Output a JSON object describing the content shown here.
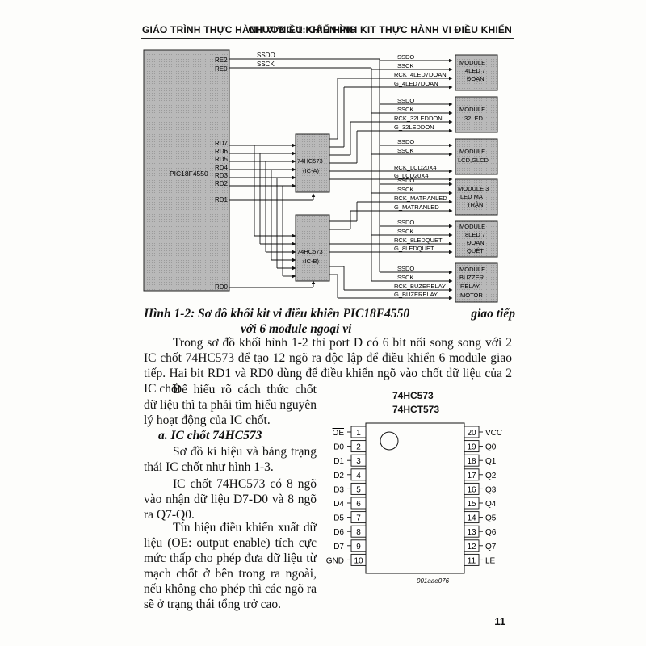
{
  "header": {
    "left": "GIÁO TRÌNH THỰC HÀNH VI ĐIỀU KHIỂN PIC",
    "right": "CHƯƠNG 1: CẤU HÌNH KIT THỰC HÀNH VI ĐIỀU KHIỂN"
  },
  "diagram": {
    "mcu": {
      "name": "PIC18F4550",
      "pins_top": [
        "RE2",
        "RE0"
      ],
      "pins_port": [
        "RD7",
        "RD6",
        "RD5",
        "RD4",
        "RD3",
        "RD2"
      ],
      "pin_rd1": "RD1",
      "pin_rd0": "RD0"
    },
    "latch_a": {
      "line1": "74HC573",
      "line2": "(IC-A)"
    },
    "latch_b": {
      "line1": "74HC573",
      "line2": "(IC-B)"
    },
    "bus": {
      "ssdo": "SSDO",
      "ssck": "SSCK"
    },
    "modules": [
      {
        "lines": [
          "MODULE",
          "4LED 7",
          "ĐOẠN"
        ],
        "rck": "RCK_4LED7DOAN",
        "g": "G_4LED7DOAN"
      },
      {
        "lines": [
          "MODULE",
          "32LED"
        ],
        "rck": "RCK_32LEDDON",
        "g": "G_32LEDDON"
      },
      {
        "lines": [
          "MODULE",
          "LCD,GLCD"
        ],
        "rck": "RCK_LCD20X4",
        "g": "G_LCD20X4"
      },
      {
        "lines": [
          "MODULE 3",
          "LED MA",
          "TRẬN"
        ],
        "rck": "RCK_MATRANLED",
        "g": "G_MATRANLED"
      },
      {
        "lines": [
          "MODULE",
          "8LED 7",
          "ĐOẠN",
          "QUÉT"
        ],
        "rck": "RCK_8LEDQUET",
        "g": "G_8LEDQUET"
      },
      {
        "lines": [
          "MODULE",
          "BUZZER",
          "RELAY,",
          "MOTOR"
        ],
        "rck": "RCK_BUZERELAY",
        "g": "G_BUZERELAY"
      }
    ]
  },
  "caption": {
    "line1": "Hình 1-2: Sơ đồ khối kit vi điều khiển PIC18F4550",
    "right": "giao tiếp",
    "line2": "với 6 module ngoại vi"
  },
  "body": {
    "para1": "Trong sơ đồ khối hình 1-2 thì port D có 6 bit nối song song với 2 IC chốt 74HC573 để tạo 12 ngõ ra độc lập để điều khiển 6 module giao tiếp. Hai bit RD1 và RD0 dùng để điều khiển ngõ vào chốt dữ liệu của 2 IC chốt.",
    "para2": "Để hiểu rõ cách thức chốt dữ liệu thì ta phải tìm hiểu nguyên lý hoạt động của IC chốt.",
    "subheading": "a.  IC chốt 74HC573",
    "para3": "Sơ đồ kí hiệu và bảng trạng thái IC chốt như hình 1-3.",
    "para4": "IC chốt 74HC573 có 8 ngõ vào nhận dữ liệu D7-D0 và 8 ngõ ra Q7-Q0.",
    "para5": "Tín hiệu điều khiển xuất dữ liệu (OE: output enable) tích cực mức thấp cho phép đưa dữ liệu từ mạch chốt ở bên trong ra ngoài, nếu không cho phép thì các ngõ ra sẽ ở trạng thái tổng trở cao."
  },
  "ic": {
    "name1": "74HC573",
    "name2": "74HCT573",
    "code": "001aae076",
    "left_pins": [
      {
        "label": "OE",
        "num": "1"
      },
      {
        "label": "D0",
        "num": "2"
      },
      {
        "label": "D1",
        "num": "3"
      },
      {
        "label": "D2",
        "num": "4"
      },
      {
        "label": "D3",
        "num": "5"
      },
      {
        "label": "D4",
        "num": "6"
      },
      {
        "label": "D5",
        "num": "7"
      },
      {
        "label": "D6",
        "num": "8"
      },
      {
        "label": "D7",
        "num": "9"
      },
      {
        "label": "GND",
        "num": "10"
      }
    ],
    "right_pins": [
      {
        "label": "VCC",
        "num": "20"
      },
      {
        "label": "Q0",
        "num": "19"
      },
      {
        "label": "Q1",
        "num": "18"
      },
      {
        "label": "Q2",
        "num": "17"
      },
      {
        "label": "Q3",
        "num": "16"
      },
      {
        "label": "Q4",
        "num": "15"
      },
      {
        "label": "Q5",
        "num": "14"
      },
      {
        "label": "Q6",
        "num": "13"
      },
      {
        "label": "Q7",
        "num": "12"
      },
      {
        "label": "LE",
        "num": "11"
      }
    ]
  },
  "page_number": "11"
}
